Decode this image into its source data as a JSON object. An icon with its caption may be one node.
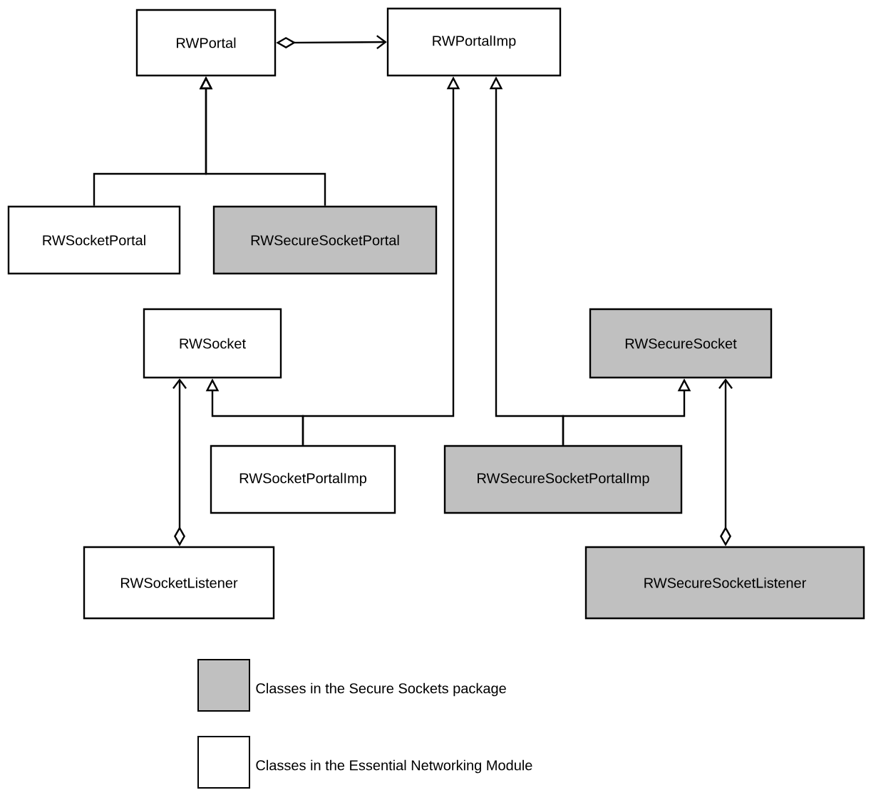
{
  "diagram": {
    "nodes": [
      {
        "text": [
          "RWPortal"
        ]
      },
      {
        "text": [
          "RWPortalImp"
        ]
      },
      {
        "text": [
          "RWSocketPortal"
        ]
      },
      {
        "text": [
          "RWSecureSocketPortal"
        ]
      },
      {
        "text": [
          "RWSocket"
        ]
      },
      {
        "text": [
          "RWSecureSocket"
        ]
      },
      {
        "text": [
          "RWSocketPortalImp"
        ]
      },
      {
        "text": [
          "RWSecureSocketPortalImp"
        ]
      },
      {
        "text": [
          "RWSocketListener"
        ]
      },
      {
        "text": [
          "RWSecureSocketListener"
        ]
      }
    ],
    "edges": [
      {
        "from": 0,
        "to": 1,
        "arrow": "to"
      },
      {
        "from": 2,
        "to": 0,
        "arrow": "to"
      },
      {
        "from": 3,
        "to": 0,
        "arrow": "to"
      },
      {
        "from": 6,
        "to": 4,
        "arrow": "to"
      },
      {
        "from": 6,
        "to": 1,
        "arrow": "to"
      },
      {
        "from": 7,
        "to": 1,
        "arrow": "to"
      },
      {
        "from": 7,
        "to": 5,
        "arrow": "to"
      },
      {
        "from": 8,
        "to": 4,
        "arrow": "to"
      },
      {
        "from": 9,
        "to": 5,
        "arrow": "to"
      }
    ],
    "legend": [
      {
        "text": "Classes in the Secure Sockets package",
        "color": "#c0c0c0"
      },
      {
        "text": "Classes in the Essential Networking Module"
      }
    ]
  }
}
